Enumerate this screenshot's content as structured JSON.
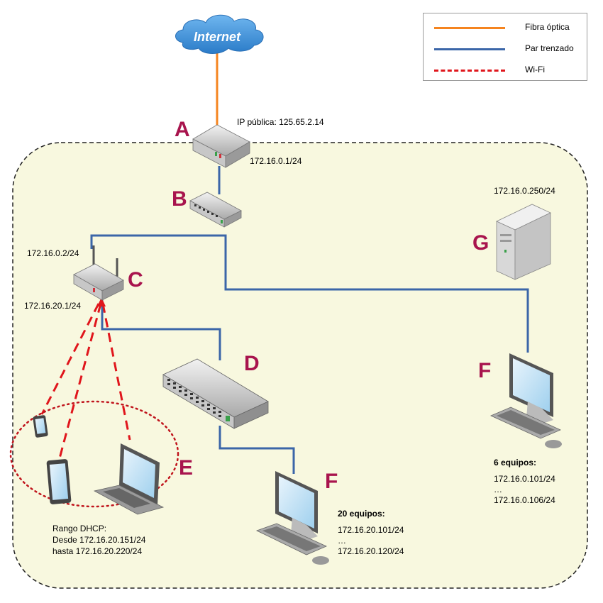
{
  "cloud": {
    "label": "Internet"
  },
  "legend": {
    "items": [
      {
        "label": "Fibra óptica",
        "color": "#f5841f",
        "style": "solid"
      },
      {
        "label": "Par trenzado",
        "color": "#3b66a8",
        "style": "solid"
      },
      {
        "label": "Wi-Fi",
        "color": "#e0161c",
        "style": "dashed"
      }
    ]
  },
  "nodes": {
    "A": {
      "letter": "A",
      "public_ip": "IP pública: 125.65.2.14",
      "ip": "172.16.0.1/24"
    },
    "B": {
      "letter": "B"
    },
    "C": {
      "letter": "C",
      "ip_top": "172.16.0.2/24",
      "ip_bottom": "172.16.20.1/24"
    },
    "D": {
      "letter": "D"
    },
    "E": {
      "letter": "E",
      "dhcp_line1": "Rango DHCP:",
      "dhcp_line2": "Desde 172.16.20.151/24",
      "dhcp_line3": "hasta 172.16.20.220/24"
    },
    "F_lan": {
      "letter": "F",
      "count": "20 equipos:",
      "ip_from": "172.16.20.101/24",
      "ellipsis": "…",
      "ip_to": "172.16.20.120/24"
    },
    "F_srv": {
      "letter": "F",
      "count": "6 equipos:",
      "ip_from": "172.16.0.101/24",
      "ellipsis": "…",
      "ip_to": "172.16.0.106/24"
    },
    "G": {
      "letter": "G",
      "ip": "172.16.0.250/24"
    }
  },
  "colors": {
    "fiber": "#f5841f",
    "twisted_pair": "#3b66a8",
    "wifi": "#e0161c",
    "zone_fill": "#f8f8df",
    "letter": "#a8144d"
  }
}
